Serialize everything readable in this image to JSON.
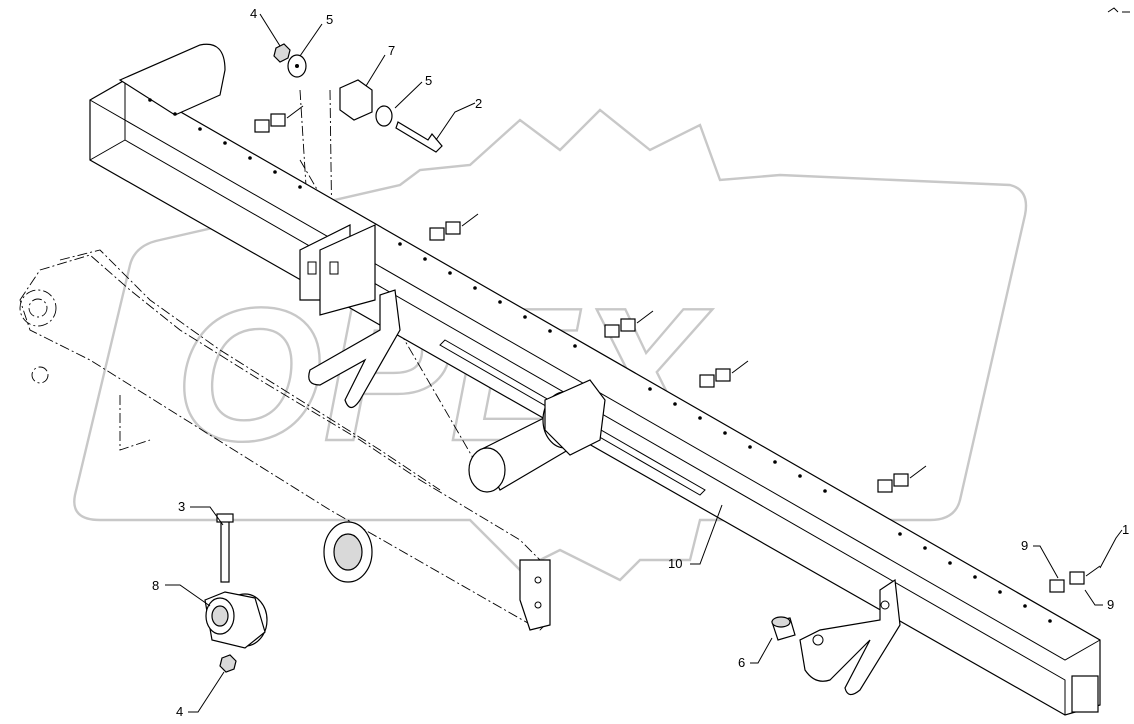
{
  "brand": {
    "watermark_text": "OPEX"
  },
  "callouts": [
    {
      "id": "c-4-top",
      "label": "4"
    },
    {
      "id": "c-5-top",
      "label": "5"
    },
    {
      "id": "c-7",
      "label": "7"
    },
    {
      "id": "c-5-mid",
      "label": "5"
    },
    {
      "id": "c-2",
      "label": "2"
    },
    {
      "id": "c-3",
      "label": "3"
    },
    {
      "id": "c-8",
      "label": "8"
    },
    {
      "id": "c-4-bottom",
      "label": "4"
    },
    {
      "id": "c-6",
      "label": "6"
    },
    {
      "id": "c-10",
      "label": "10"
    },
    {
      "id": "c-9-left",
      "label": "9"
    },
    {
      "id": "c-1",
      "label": "1"
    },
    {
      "id": "c-9-right",
      "label": "9"
    }
  ],
  "colors": {
    "line": "#000000",
    "watermark": "#c8c8c8",
    "fill": "#ffffff",
    "shade": "#d9d9d9"
  }
}
